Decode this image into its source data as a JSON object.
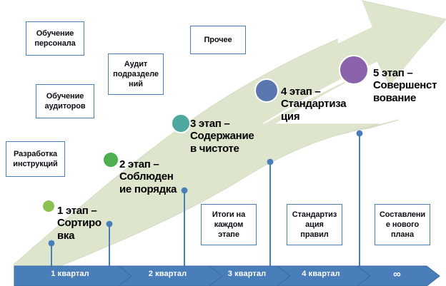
{
  "diagram": {
    "title_text": "",
    "colors": {
      "band": "#dde5cd",
      "band_edge": "#cdd9bb",
      "box_border": "#4a7ebb",
      "timeline_fill": "#4a7ebb",
      "timeline_dark": "#3c6aa0",
      "connector": "#4a7ebb",
      "text": "#000000",
      "stage1": "#8cc152",
      "stage2": "#4caf50",
      "stage3": "#4da8a0",
      "stage4": "#5b77b0",
      "stage5": "#8b63ad"
    }
  },
  "stages": [
    {
      "id": "stage-1",
      "label": "1 этап –\nСортиро\nвка",
      "color": "#8cc152"
    },
    {
      "id": "stage-2",
      "label": "2 этап –\nСоблюден\nие порядка",
      "color": "#4caf50"
    },
    {
      "id": "stage-3",
      "label": "3 этап –\nСодержание\nв чистоте",
      "color": "#4da8a0"
    },
    {
      "id": "stage-4",
      "label": "4 этап –\nСтандартиза\nция",
      "color": "#5b77b0"
    },
    {
      "id": "stage-5",
      "label": "5 этап –\nСовершенст\nвование",
      "color": "#8b63ad"
    }
  ],
  "boxes_upper": [
    {
      "id": "box-training-staff",
      "text": "Обучение\nперсонала"
    },
    {
      "id": "box-training-auditors",
      "text": "Обучение\nаудиторов"
    },
    {
      "id": "box-audit-units",
      "text": "Аудит\nподразделе\nний"
    },
    {
      "id": "box-other",
      "text": "Прочее"
    },
    {
      "id": "box-instructions",
      "text": "Разработка\nинструкций"
    }
  ],
  "boxes_lower": [
    {
      "id": "box-results",
      "text": "Итоги на\nкаждом\nэтапе"
    },
    {
      "id": "box-standardization",
      "text": "Стандартиз\nация\nправил"
    },
    {
      "id": "box-new-plan",
      "text": "Составлени\nе нового\nплана"
    }
  ],
  "timeline": {
    "segments": [
      {
        "id": "tl-q1",
        "label": "1 квартал"
      },
      {
        "id": "tl-q2",
        "label": "2 квартал"
      },
      {
        "id": "tl-q3",
        "label": "3 квартал"
      },
      {
        "id": "tl-q4",
        "label": "4 квартал"
      },
      {
        "id": "tl-infinity",
        "label": "∞"
      }
    ]
  }
}
